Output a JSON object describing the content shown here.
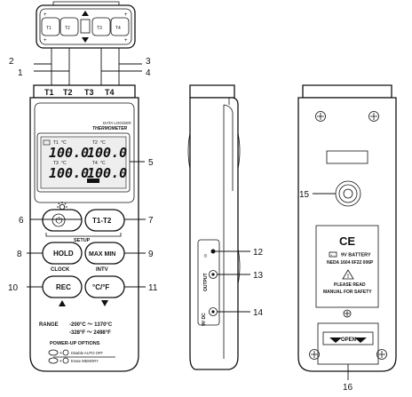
{
  "labels": {
    "terminals": [
      "T1",
      "T2",
      "T3",
      "T4"
    ],
    "callouts": [
      "1",
      "2",
      "3",
      "4",
      "5",
      "6",
      "7",
      "8",
      "9",
      "10",
      "11",
      "12",
      "13",
      "14",
      "15",
      "16"
    ]
  },
  "front": {
    "model_line1": "DATA LOGGER",
    "model_line2": "THERMOMETER",
    "lcd": {
      "ch_t1": "T1",
      "ch_t2": "T2",
      "ch_t3": "T3",
      "ch_t4": "T4",
      "unit": "°C",
      "val_t1": "100.0",
      "val_t2": "100.0",
      "val_t3": "100.0",
      "val_t4": "100.0"
    },
    "buttons": {
      "power_symbol": "⏻",
      "t1t2": "T1-T2",
      "hold": "HOLD",
      "maxmin": "MAX MIN",
      "rec": "REC",
      "unit": "°C/°F"
    },
    "setup_label": "SETUP",
    "clock_label": "CLOCK",
    "intv_label": "INTV",
    "range_title": "RANGE",
    "range_c": "-200°C ～ 1370°C",
    "range_f": "-328°F ～ 2498°F",
    "powerup_title": "POWER-UP  OPTIONS",
    "powerup_1": "Disable AUTO OFF",
    "powerup_2": "Erase MEMORY"
  },
  "side": {
    "output_label": "OUTPUT",
    "dc_label": "9V DC"
  },
  "back": {
    "ce": "CE",
    "battery_line1": "9V  BATTERY",
    "battery_line2": "NEDA 1604  6F22  006P",
    "warning_line1": "PLEASE READ",
    "warning_line2": "MANUAL FOR SAFETY",
    "open_label": "OPEN"
  }
}
